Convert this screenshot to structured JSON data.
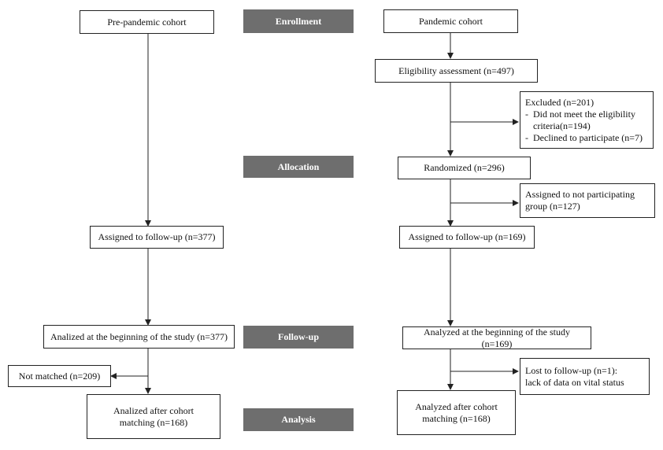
{
  "stages": {
    "enrollment": "Enrollment",
    "allocation": "Allocation",
    "follow_up": "Follow-up",
    "analysis": "Analysis"
  },
  "left": {
    "cohort": "Pre-pandemic cohort",
    "assigned": "Assigned to follow-up (n=377)",
    "analized_beginning": "Analized at the beginning of the study (n=377)",
    "not_matched": "Not matched (n=209)",
    "analized_after_line1": "Analized after cohort",
    "analized_after_line2": "matching (n=168)"
  },
  "right": {
    "cohort": "Pandemic cohort",
    "eligibility": "Eligibility assessment (n=497)",
    "excluded": {
      "title": "Excluded (n=201)",
      "bullet": "-",
      "item1_line1": "Did not meet the eligibility",
      "item1_line2": "criteria(n=194)",
      "item2": "Declined to participate (n=7)"
    },
    "randomized": "Randomized (n=296)",
    "not_participating_line1": "Assigned to not participating",
    "not_participating_line2": "group (n=127)",
    "assigned": "Assigned to follow-up (n=169)",
    "analyzed_beginning": "Analyzed at the beginning of the study (n=169)",
    "lost_line1": "Lost to follow-up (n=1):",
    "lost_line2": "lack of data on vital status",
    "analyzed_after_line1": "Analyzed after cohort",
    "analyzed_after_line2": "matching (n=168)"
  },
  "colors": {
    "stage_fill": "#6e6e6e",
    "stage_text": "#ffffff",
    "line": "#222222"
  }
}
